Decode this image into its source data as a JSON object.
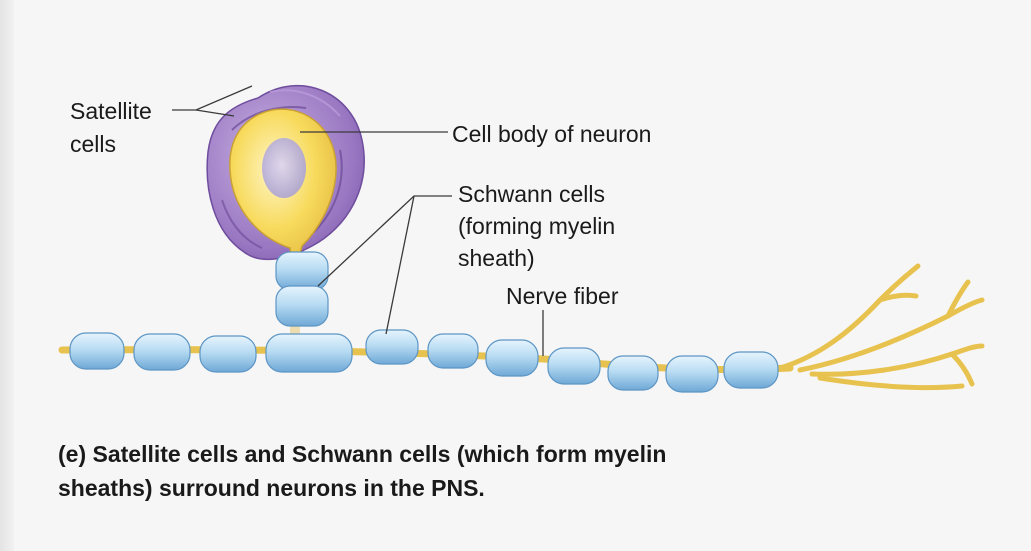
{
  "figure": {
    "labels": {
      "satellite_line1": "Satellite",
      "satellite_line2": "cells",
      "cell_body": "Cell body of neuron",
      "schwann_line1": "Schwann cells",
      "schwann_line2": "(forming myelin",
      "schwann_line3": "sheath)",
      "nerve_fiber": "Nerve fiber"
    },
    "caption_line1": "(e) Satellite cells and Schwann cells (which form myelin",
    "caption_line2": "sheaths) surround neurons in the PNS."
  },
  "colors": {
    "background": "#f6f6f6",
    "satellite_purple": "#9b7cc0",
    "neuron_yellow": "#f6d85a",
    "schwann_blue": "#a9d3f0",
    "axon_yellow": "#e8c24e"
  }
}
